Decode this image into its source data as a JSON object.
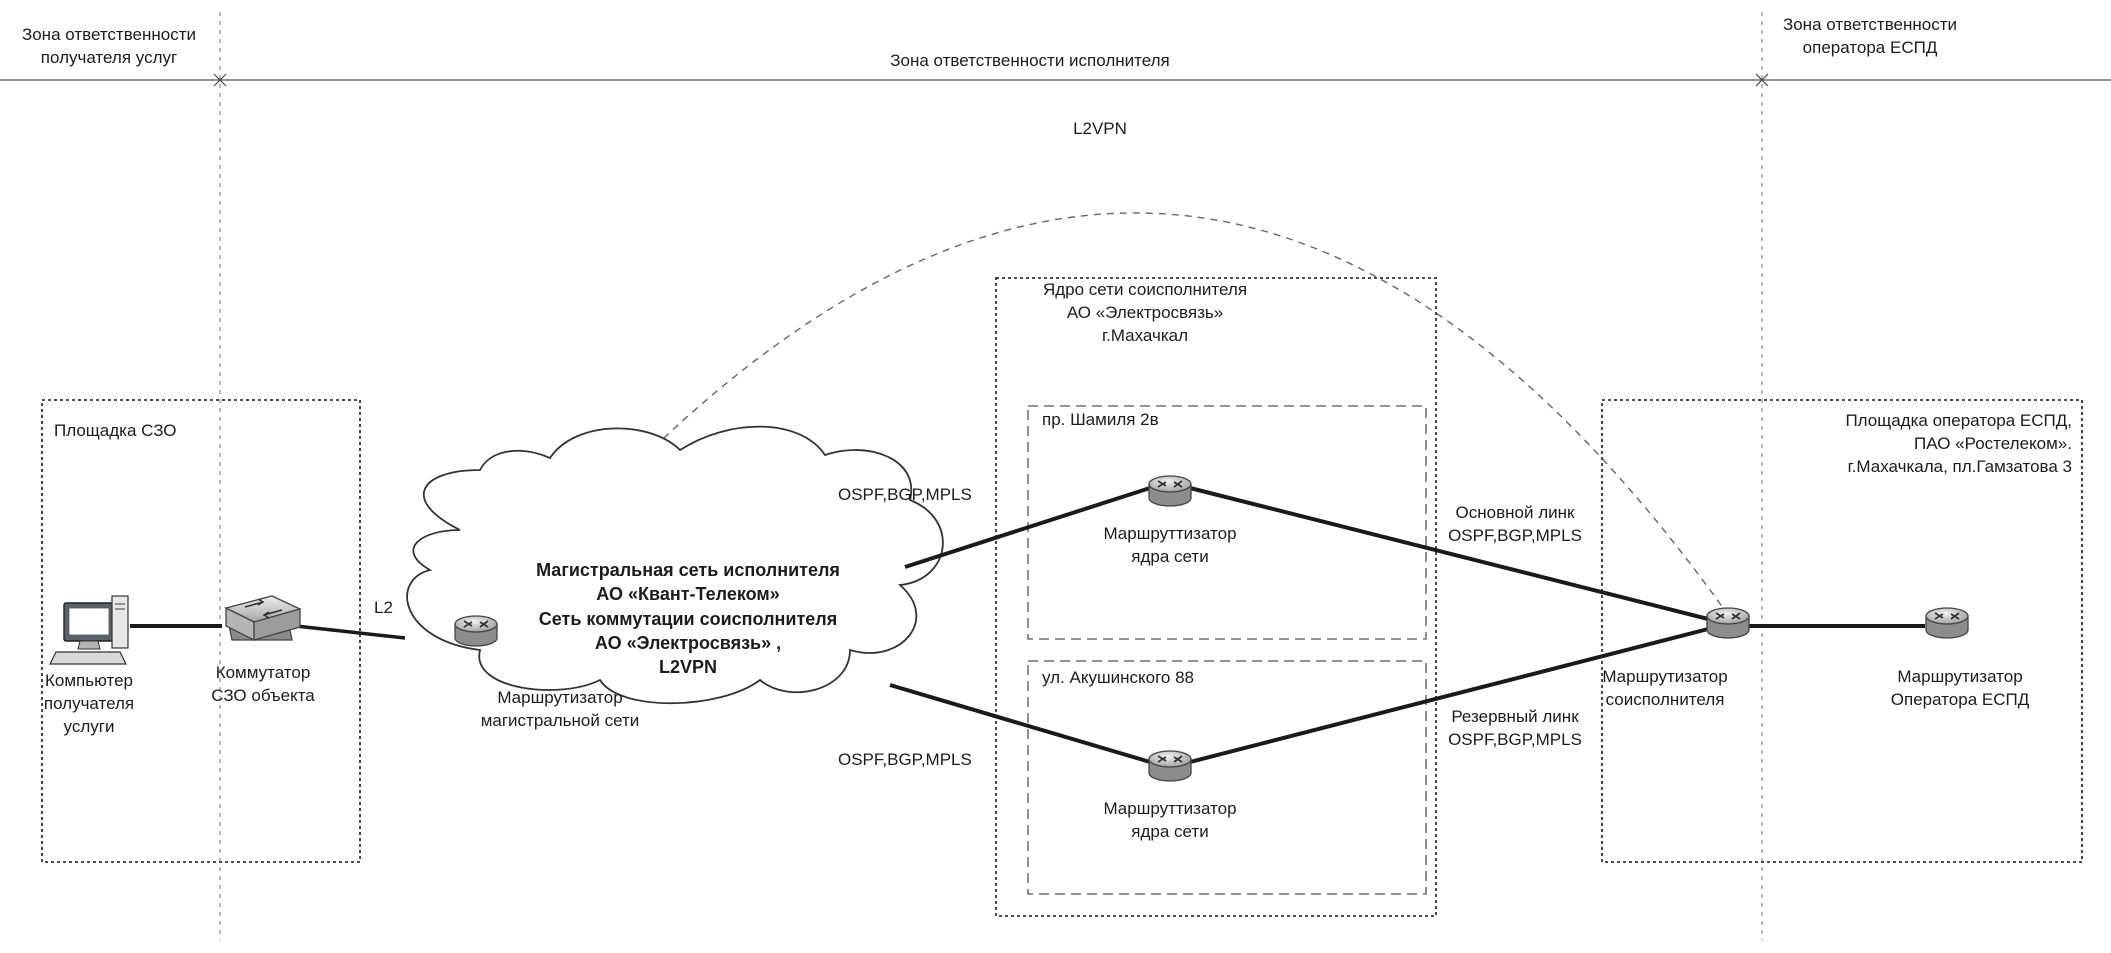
{
  "zones": {
    "recipient": [
      "Зона ответственности",
      "получателя услуг"
    ],
    "executor": "Зона ответственности исполнителя",
    "operator": [
      "Зона ответственности",
      "оператора ЕСПД"
    ]
  },
  "l2vpn_arc_label": "L2VPN",
  "site_szo": {
    "title": "Площадка СЗО",
    "computer_label": [
      "Компьютер",
      "получателя",
      "услуги"
    ],
    "switch_label": [
      "Коммутатор",
      "СЗО объекта"
    ],
    "link_label": "L2"
  },
  "backbone": {
    "cloud_text": [
      "Магистральная сеть исполнителя",
      "АО «Квант-Телеком»",
      "Сеть коммутации соисполнителя",
      "АО «Электросвязь» ,",
      "L2VPN"
    ],
    "router_label": [
      "Маршрутизатор",
      "магистральной сети"
    ]
  },
  "core": {
    "title": [
      "Ядро сети соисполнителя",
      "АО «Электросвязь»",
      "г.Махачкал"
    ],
    "site1": {
      "title": "пр. Шамиля 2в",
      "router_label": [
        "Маршруттизатор",
        "ядра сети"
      ]
    },
    "site2": {
      "title": "ул. Акушинского 88",
      "router_label": [
        "Маршруттизатор",
        "ядра сети"
      ]
    }
  },
  "links": {
    "upper_protocols": "OSPF,BGP,MPLS",
    "lower_protocols": "OSPF,BGP,MPLS",
    "primary": [
      "Основной линк",
      "OSPF,BGP,MPLS"
    ],
    "backup": [
      "Резервный линк",
      "OSPF,BGP,MPLS"
    ]
  },
  "operator_site": {
    "title": [
      "Площадка оператора ЕСПД,",
      "ПАО «Ростелеком».",
      "г.Махачкала, пл.Гамзатова 3"
    ],
    "co_router_label": [
      "Маршрутизатор",
      "соисполнителя"
    ],
    "op_router_label": [
      "Маршрутизатор",
      "Оператора ЕСПД"
    ]
  }
}
